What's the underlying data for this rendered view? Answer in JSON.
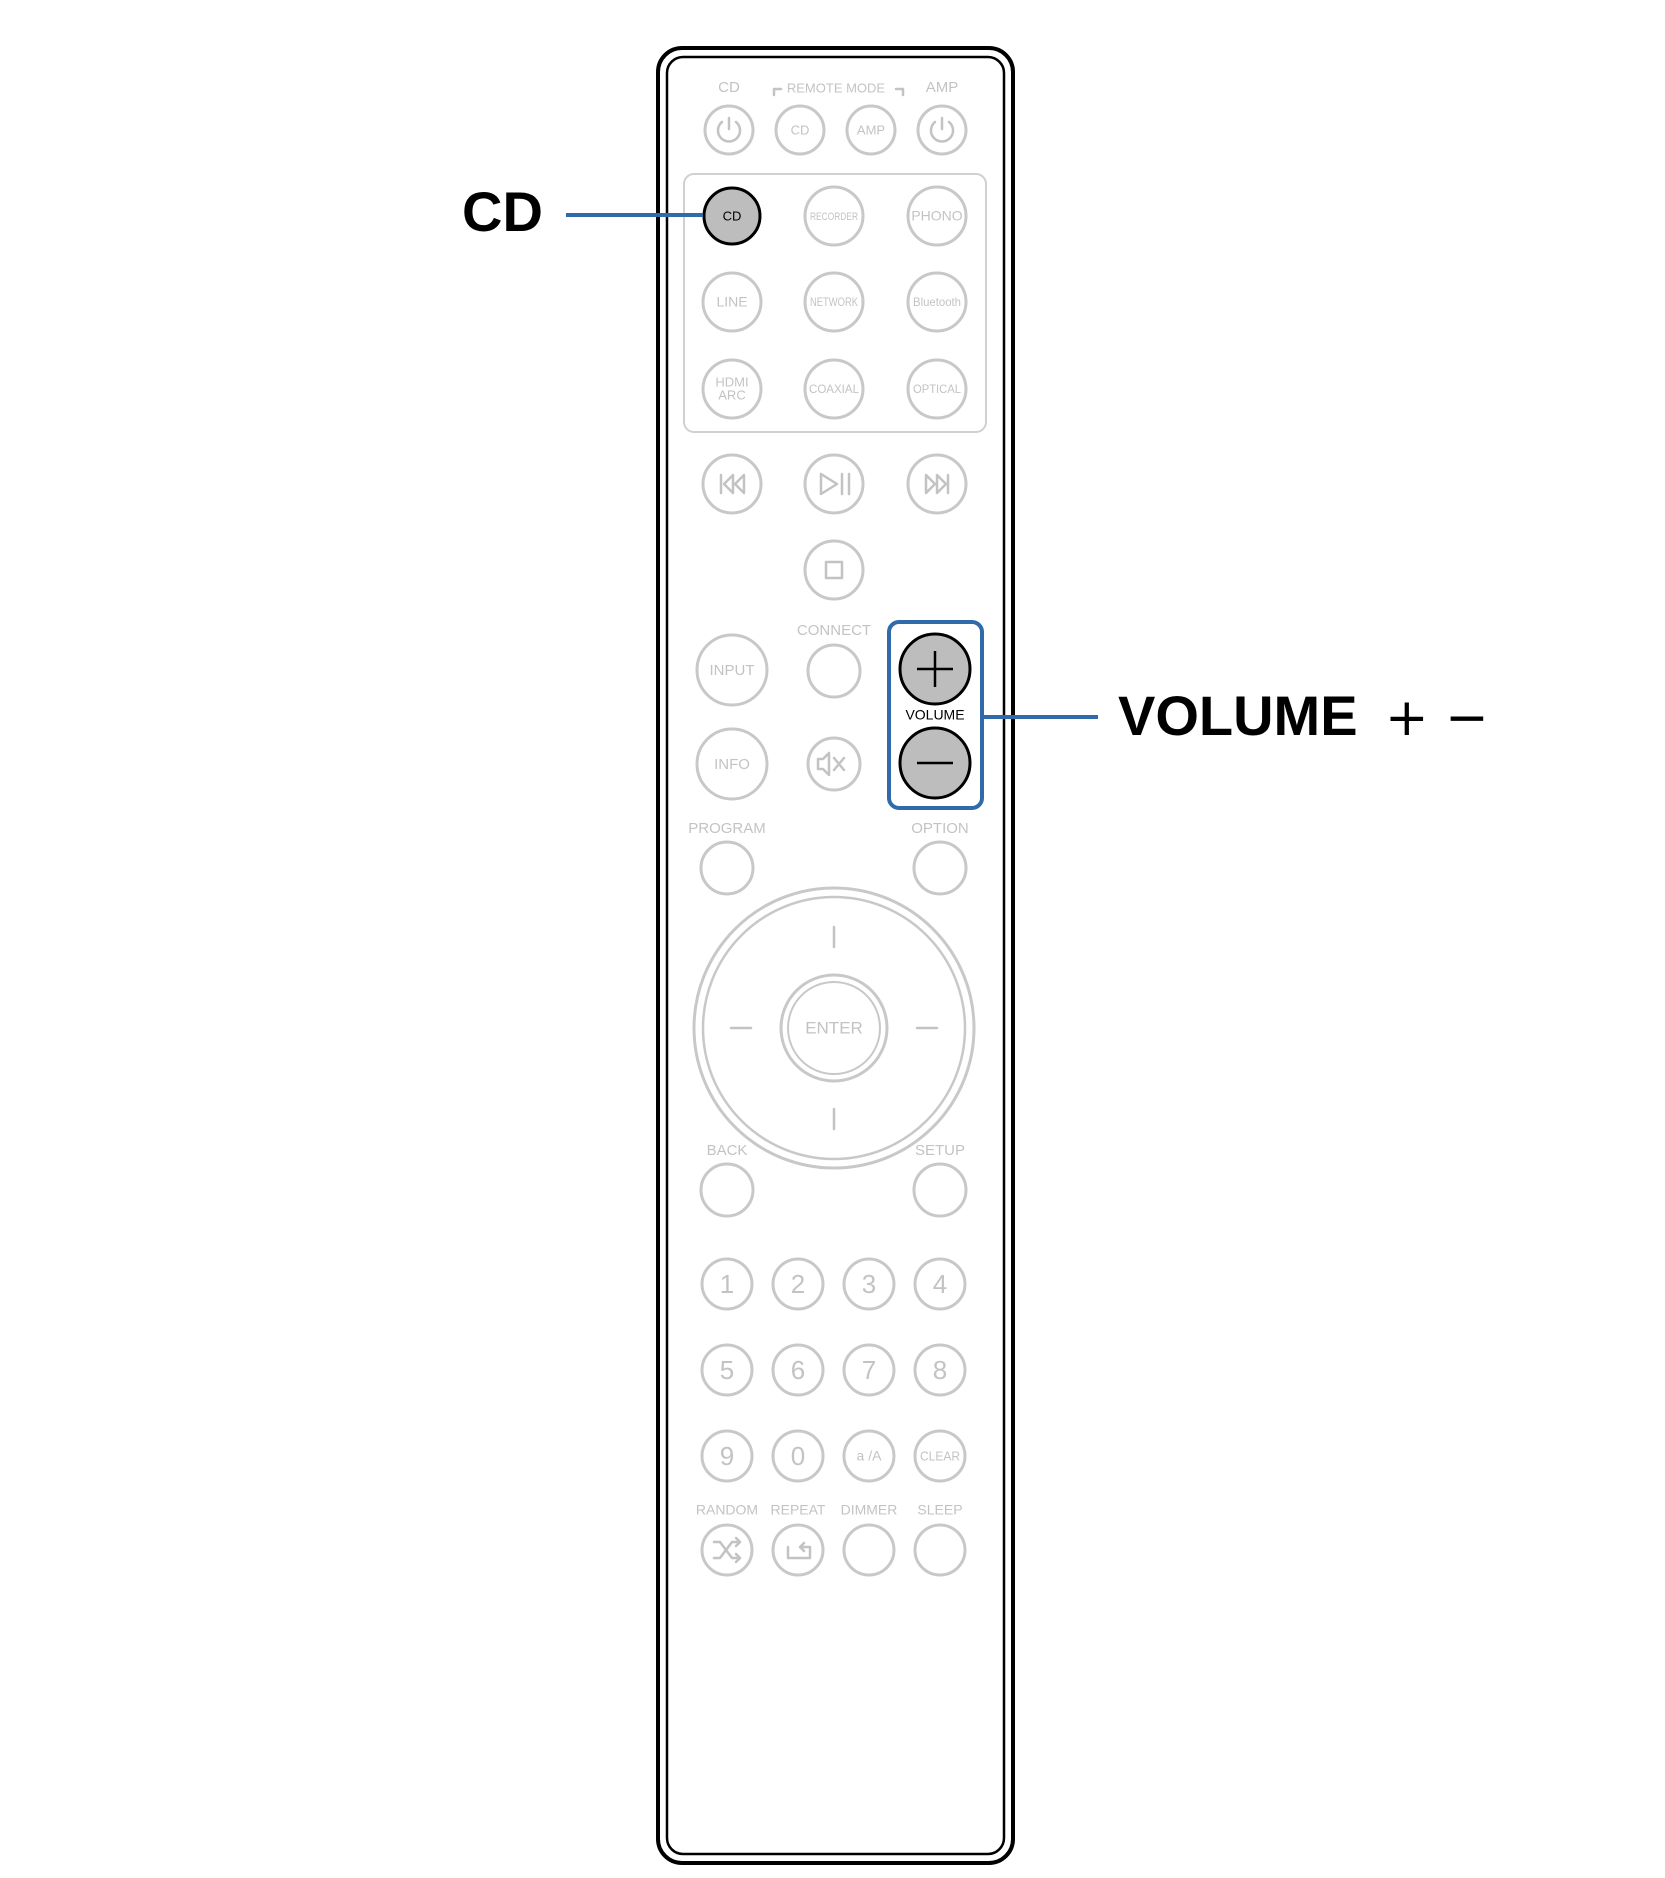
{
  "callouts": {
    "cd": "CD",
    "volume": "VOLUME",
    "volume_signs": "+ −"
  },
  "colors": {
    "accent": "#2f6aab",
    "highlight_fill": "#bdbdbd",
    "inactive": "#c8c8c8"
  },
  "remote": {
    "top": {
      "cd_label": "CD",
      "remote_mode_label": "REMOTE MODE",
      "amp_label": "AMP",
      "cd_mode": "CD",
      "amp_mode": "AMP"
    },
    "sources": {
      "cd": "CD",
      "recorder": "RECORDER",
      "phono": "PHONO",
      "line": "LINE",
      "network": "NETWORK",
      "bluetooth": "Bluetooth",
      "hdmi1": "HDMI",
      "hdmi2": "ARC",
      "coaxial": "COAXIAL",
      "optical": "OPTICAL"
    },
    "connect": "CONNECT",
    "input": "INPUT",
    "info": "INFO",
    "volume": "VOLUME",
    "program": "PROGRAM",
    "option": "OPTION",
    "enter": "ENTER",
    "back": "BACK",
    "setup": "SETUP",
    "digits": [
      "1",
      "2",
      "3",
      "4",
      "5",
      "6",
      "7",
      "8",
      "9",
      "0"
    ],
    "a_a": "a /A",
    "clear": "CLEAR",
    "random": "RANDOM",
    "repeat": "REPEAT",
    "dimmer": "DIMMER",
    "sleep": "SLEEP"
  }
}
